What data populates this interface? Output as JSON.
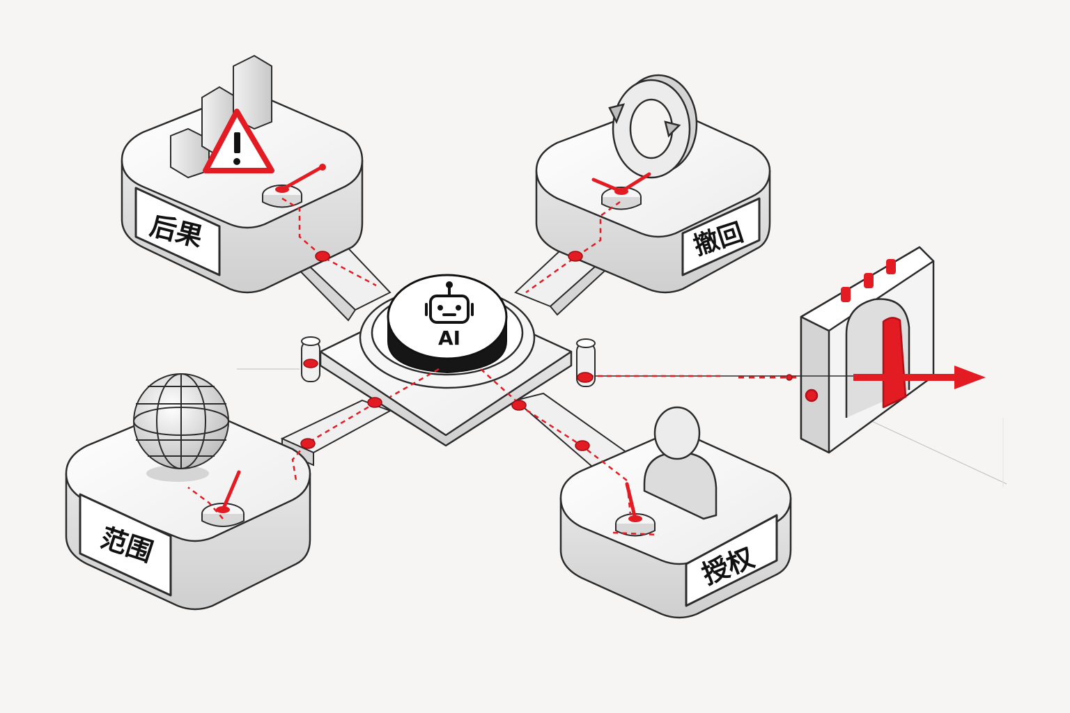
{
  "hub": {
    "label": "AI",
    "icon": "robot-icon"
  },
  "modules": [
    {
      "id": "consequence",
      "label": "后果",
      "icon": "warning-bar-chart-icon"
    },
    {
      "id": "revoke",
      "label": "撤回",
      "icon": "circular-arrow-icon"
    },
    {
      "id": "scope",
      "label": "范围",
      "icon": "globe-icon"
    },
    {
      "id": "authorization",
      "label": "授权",
      "icon": "user-icon"
    }
  ],
  "gate": {
    "icon": "gate-arch-icon",
    "exit_arrow": "arrow-right-icon"
  },
  "colors": {
    "accent": "#e31b23",
    "stroke": "#2b2b2b",
    "surface": "#f2f2f2",
    "background": "#f7f5f3"
  }
}
